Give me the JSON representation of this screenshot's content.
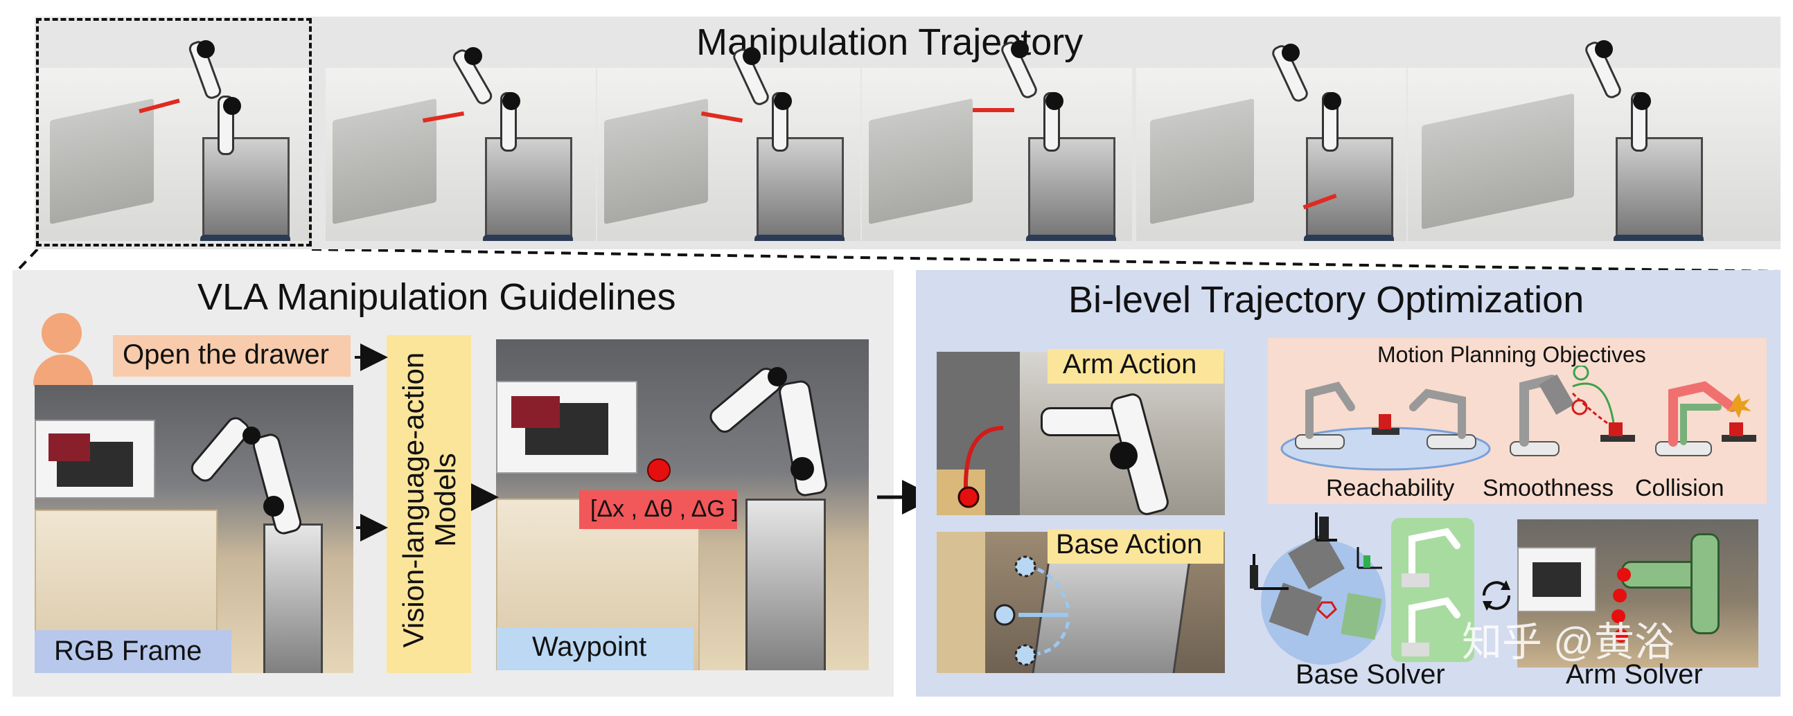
{
  "top": {
    "title": "Manipulation Trajectory",
    "frames": [
      "frame-1",
      "frame-2",
      "frame-3",
      "frame-4",
      "frame-5",
      "frame-6"
    ]
  },
  "left": {
    "title": "VLA Manipulation Guidelines",
    "instruction": "Open the drawer",
    "model_label": "Vision-language-action Models",
    "rgb_label": "RGB Frame",
    "waypoint_label": "Waypoint",
    "delta_label": "[Δx , Δθ , ΔG ]"
  },
  "right": {
    "title": "Bi-level Trajectory Optimization",
    "arm_action": "Arm Action",
    "base_action": "Base Action",
    "mpo_title": "Motion Planning Objectives",
    "objectives": [
      "Reachability",
      "Smoothness",
      "Collision"
    ],
    "base_solver": "Base Solver",
    "arm_solver": "Arm Solver"
  },
  "watermark": "知乎 @黄浴",
  "colors": {
    "accent_red": "#e60f0f",
    "instruction_bg": "#f7cbab",
    "model_bg": "#fbe59b",
    "right_panel_bg": "#d4dcef",
    "mpo_bg": "#f8dccf"
  }
}
